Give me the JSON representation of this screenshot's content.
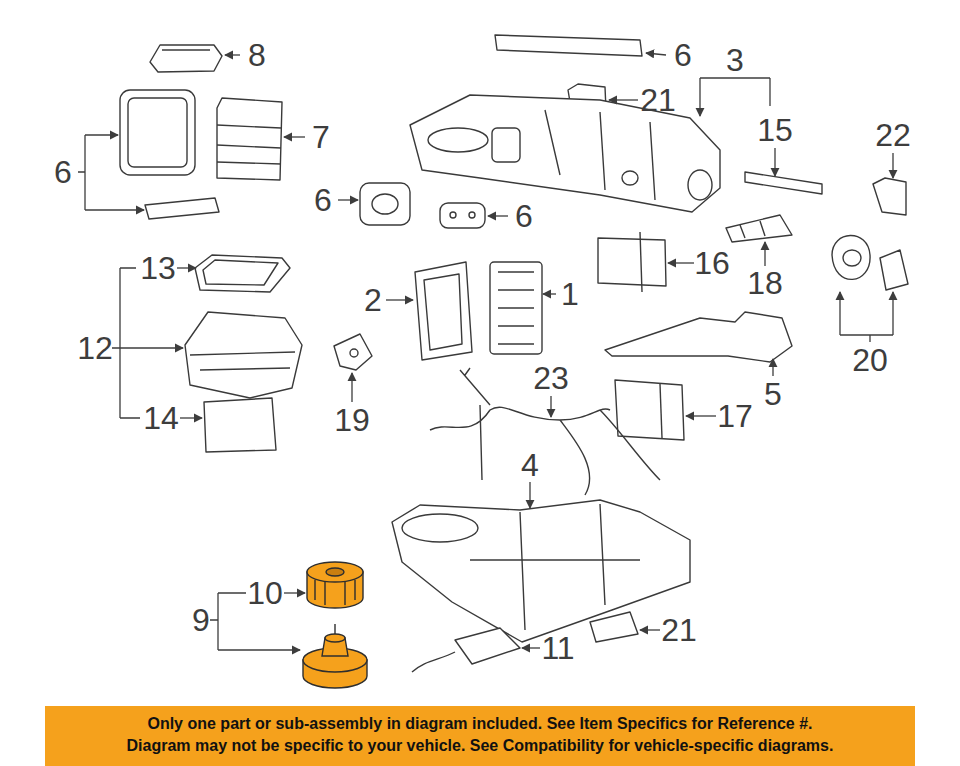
{
  "diagram": {
    "nodes": [
      {
        "text": [
          "Only one part or sub-assembly in diagram included. See Item Specifics for Reference #.",
          "Diagram may not be specific to your vehicle. See Compatibility for vehicle-specific diagrams."
        ]
      }
    ],
    "labels": [
      "8",
      "6",
      "3",
      "21",
      "6",
      "7",
      "15",
      "22",
      "6",
      "6",
      "13",
      "16",
      "2",
      "1",
      "18",
      "12",
      "20",
      "19",
      "23",
      "5",
      "14",
      "17",
      "4",
      "10",
      "9",
      "11",
      "21"
    ]
  }
}
